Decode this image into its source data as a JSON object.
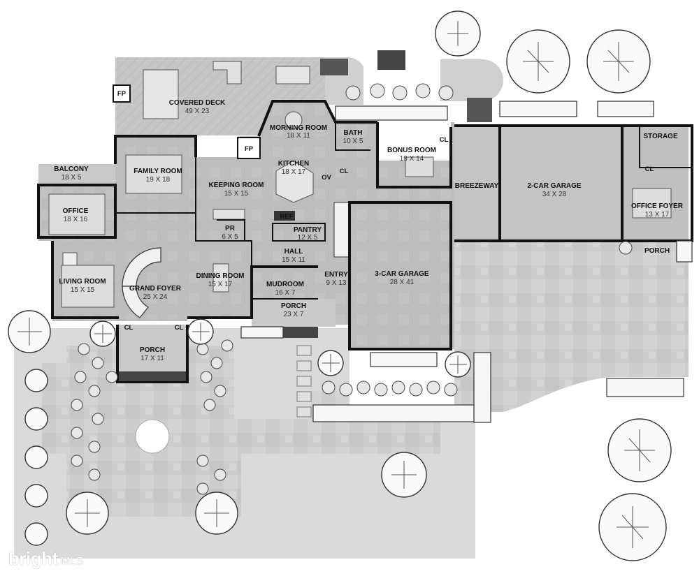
{
  "rooms": {
    "covered_deck": {
      "name": "COVERED DECK",
      "dim": "49 X 23"
    },
    "morning_room": {
      "name": "MORNING ROOM",
      "dim": "18 X 11"
    },
    "bath": {
      "name": "BATH",
      "dim": "10 X 5"
    },
    "bonus_room": {
      "name": "BONUS ROOM",
      "dim": "18 X 14"
    },
    "storage": {
      "name": "STORAGE"
    },
    "family_room": {
      "name": "FAMILY ROOM",
      "dim": "19 X 18"
    },
    "kitchen": {
      "name": "KITCHEN",
      "dim": "18 X 17"
    },
    "keeping_room": {
      "name": "KEEPING ROOM",
      "dim": "15 X 15"
    },
    "balcony": {
      "name": "BALCONY",
      "dim": "18 X 5"
    },
    "office": {
      "name": "OFFICE",
      "dim": "18 X 16"
    },
    "breezeway": {
      "name": "BREEZEWAY"
    },
    "two_car_garage": {
      "name": "2-CAR GARAGE",
      "dim": "34 X 28"
    },
    "office_foyer": {
      "name": "OFFICE FOYER",
      "dim": "13 X 17"
    },
    "pr": {
      "name": "PR",
      "dim": "6 X 5"
    },
    "pantry": {
      "name": "PANTRY",
      "dim": "12 X 5"
    },
    "hall": {
      "name": "HALL",
      "dim": "15 X 11"
    },
    "porch_right": {
      "name": "PORCH"
    },
    "living_room": {
      "name": "LIVING ROOM",
      "dim": "15 X 15"
    },
    "dining_room": {
      "name": "DINING ROOM",
      "dim": "15 X 17"
    },
    "mudroom": {
      "name": "MUDROOM",
      "dim": "16 X 7"
    },
    "entry": {
      "name": "ENTRY",
      "dim": "9 X 13"
    },
    "three_car_garage": {
      "name": "3-CAR GARAGE",
      "dim": "28 X 41"
    },
    "grand_foyer": {
      "name": "GRAND FOYER",
      "dim": "25 X 24"
    },
    "porch_center": {
      "name": "PORCH",
      "dim": "23 X 7"
    },
    "porch_left": {
      "name": "PORCH",
      "dim": "17 X 11"
    }
  },
  "tags": {
    "fp": "FP",
    "cl": "CL",
    "ov": "OV",
    "ref": "REF"
  },
  "watermark": {
    "brand": "bright",
    "suffix": "MLS"
  },
  "colors": {
    "floor": "#bdbdbd",
    "deck": "#c8c8c8",
    "paving": "#cfcfcf",
    "lawn": "#d9d9d9",
    "wall": "#111111"
  }
}
